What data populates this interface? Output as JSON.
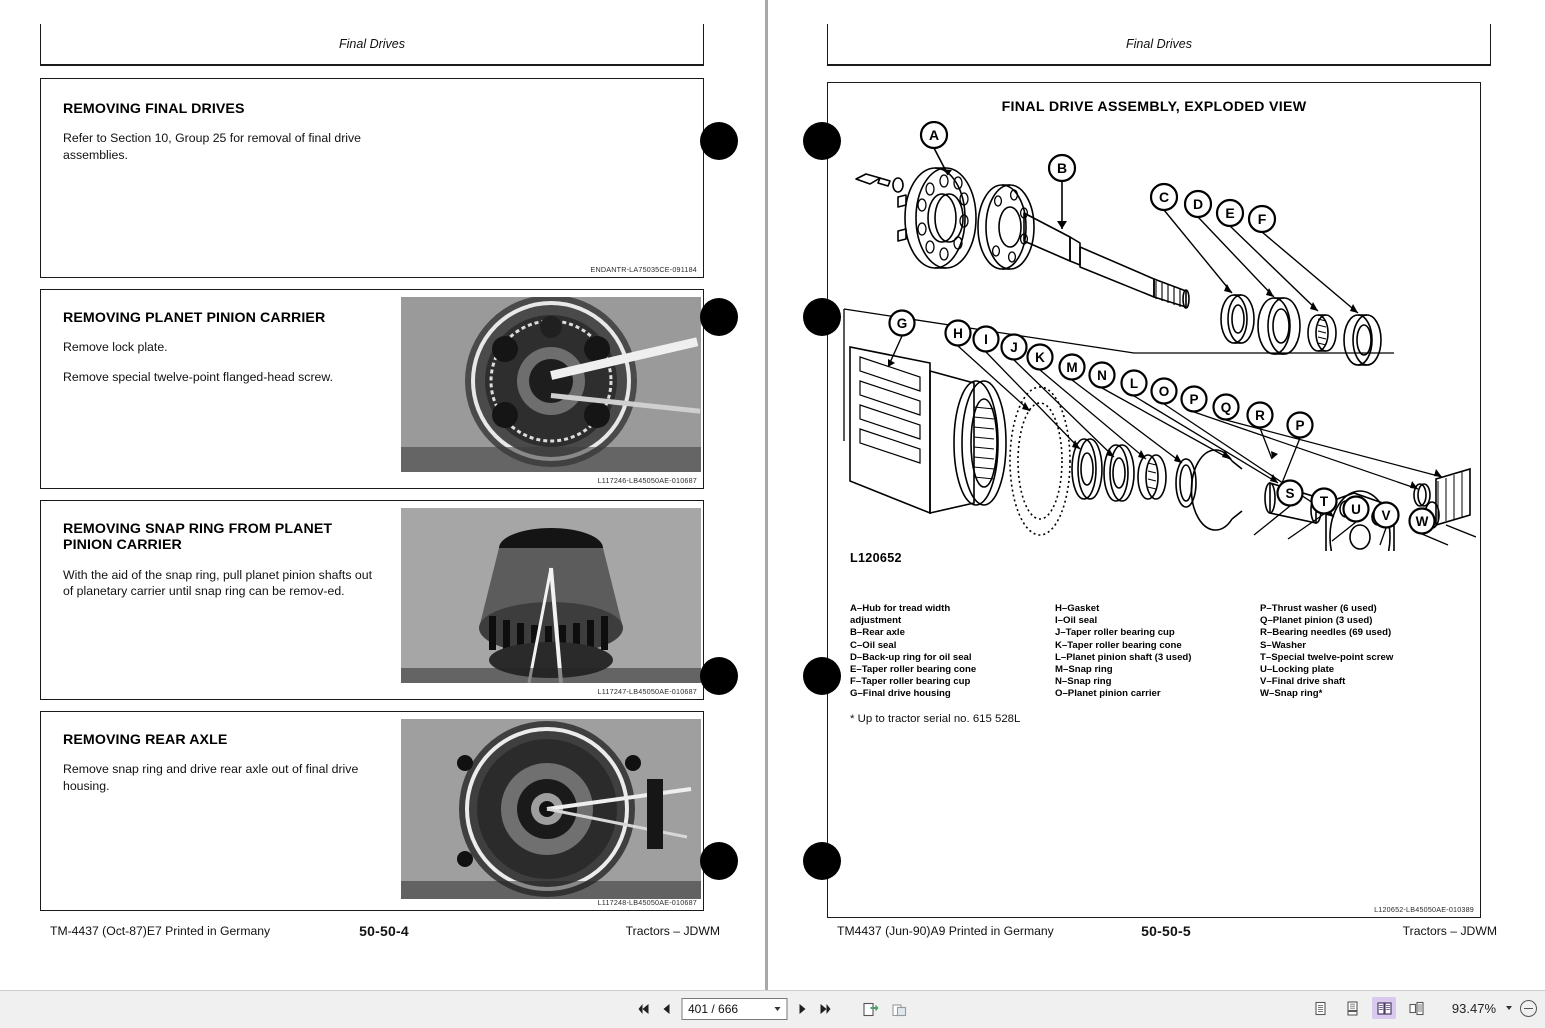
{
  "viewer": {
    "zoom_level": "93.47%",
    "page_field_value": "401 / 666",
    "nav": {
      "first_label": "first-page",
      "prev_label": "previous-page",
      "next_label": "next-page",
      "last_label": "last-page"
    },
    "view_modes": [
      "single-page",
      "continuous-scroll",
      "two-page",
      "book-view"
    ],
    "active_view_mode": "two-page"
  },
  "left_page": {
    "running_header": "Final Drives",
    "sections": [
      {
        "title": "REMOVING FINAL DRIVES",
        "paragraphs": [
          "Refer to Section 10, Group 25 for removal of final drive assemblies."
        ],
        "figure_code": "ENDANTR-LA75035CE-091184",
        "has_photo": false
      },
      {
        "title": "REMOVING PLANET PINION CARRIER",
        "paragraphs": [
          "Remove lock plate.",
          "Remove special twelve-point flanged-head screw."
        ],
        "figure_code": "L117246-LB45050AE-010687",
        "has_photo": true
      },
      {
        "title": "REMOVING SNAP RING FROM PLANET PINION CARRIER",
        "paragraphs": [
          "With the aid of the snap ring, pull planet pinion shafts out of planetary carrier until snap ring can be remov-ed."
        ],
        "figure_code": "L117247-LB45050AE-010687",
        "has_photo": true
      },
      {
        "title": "REMOVING REAR AXLE",
        "paragraphs": [
          "Remove snap ring and drive rear axle out of final drive housing."
        ],
        "figure_code": "L117248-LB45050AE-010687",
        "has_photo": true
      }
    ],
    "footer": {
      "left": "TM-4437 (Oct-87)E7 Printed in Germany",
      "center": "50-50-4",
      "right": "Tractors – JDWM"
    }
  },
  "right_page": {
    "running_header": "Final Drives",
    "figure_title": "FINAL DRIVE ASSEMBLY, EXPLODED VIEW",
    "figure_code": "L120652",
    "figure_credit": "L120652-LB45050AE-010389",
    "callouts": [
      "A",
      "B",
      "C",
      "D",
      "E",
      "F",
      "G",
      "H",
      "I",
      "J",
      "K",
      "M",
      "N",
      "L",
      "O",
      "P",
      "Q",
      "R",
      "P",
      "S",
      "T",
      "U",
      "V",
      "W"
    ],
    "legend_columns": [
      [
        "A–Hub for tread width",
        "adjustment",
        "B–Rear axle",
        "C–Oil seal",
        "D–Back-up ring for oil seal",
        "E–Taper roller bearing cone",
        "F–Taper roller bearing cup",
        "G–Final drive housing"
      ],
      [
        "H–Gasket",
        "I–Oil seal",
        "J–Taper roller bearing cup",
        "K–Taper roller bearing cone",
        "L–Planet pinion shaft (3 used)",
        "M–Snap ring",
        "N–Snap ring",
        "O–Planet pinion carrier"
      ],
      [
        "P–Thrust washer (6 used)",
        "Q–Planet pinion (3 used)",
        "R–Bearing needles (69 used)",
        "S–Washer",
        "T–Special twelve-point screw",
        "U–Locking plate",
        "V–Final drive shaft",
        "W–Snap ring*"
      ]
    ],
    "footnote": "*  Up to tractor serial no. 615 528L",
    "footer": {
      "left": "TM4437 (Jun-90)A9 Printed in Germany",
      "center": "50-50-5",
      "right": "Tractors – JDWM"
    }
  }
}
